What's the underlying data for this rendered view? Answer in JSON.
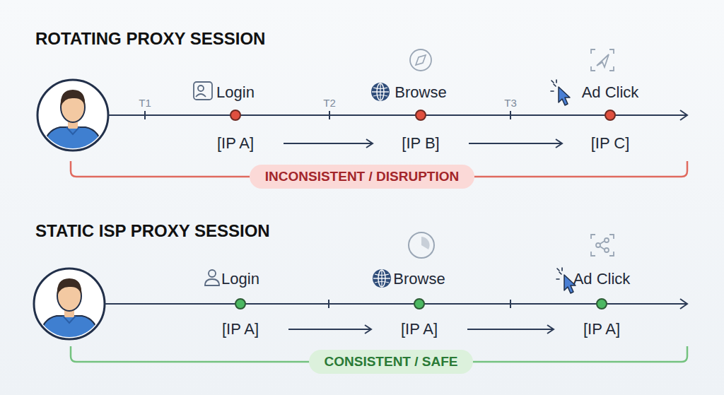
{
  "diagram": {
    "nodes": [
      {
        "text": [
          "Login",
          "[IP A]"
        ]
      },
      {
        "text": [
          "Browse",
          "[IP B]"
        ]
      },
      {
        "text": [
          "Ad Click",
          "[IP C]"
        ]
      },
      {
        "text": [
          "INCONSISTENT / DISRUPTION"
        ]
      },
      {
        "text": [
          "Login",
          "[IP A]"
        ]
      },
      {
        "text": [
          "Browse",
          "[IP A]"
        ]
      },
      {
        "text": [
          "Ad Click",
          "[IP A]"
        ]
      },
      {
        "text": [
          "CONSISTENT / SAFE"
        ]
      }
    ],
    "edges": [
      {
        "from": 0,
        "to": 1,
        "arrow": "to"
      },
      {
        "from": 1,
        "to": 2,
        "arrow": "to"
      },
      {
        "from": 4,
        "to": 5,
        "arrow": "to"
      },
      {
        "from": 5,
        "to": 6,
        "arrow": "to"
      }
    ],
    "labels": [
      "ROTATING PROXY SESSION",
      "T1",
      "T2",
      "T3",
      "STATIC ISP PROXY SESSION"
    ]
  }
}
